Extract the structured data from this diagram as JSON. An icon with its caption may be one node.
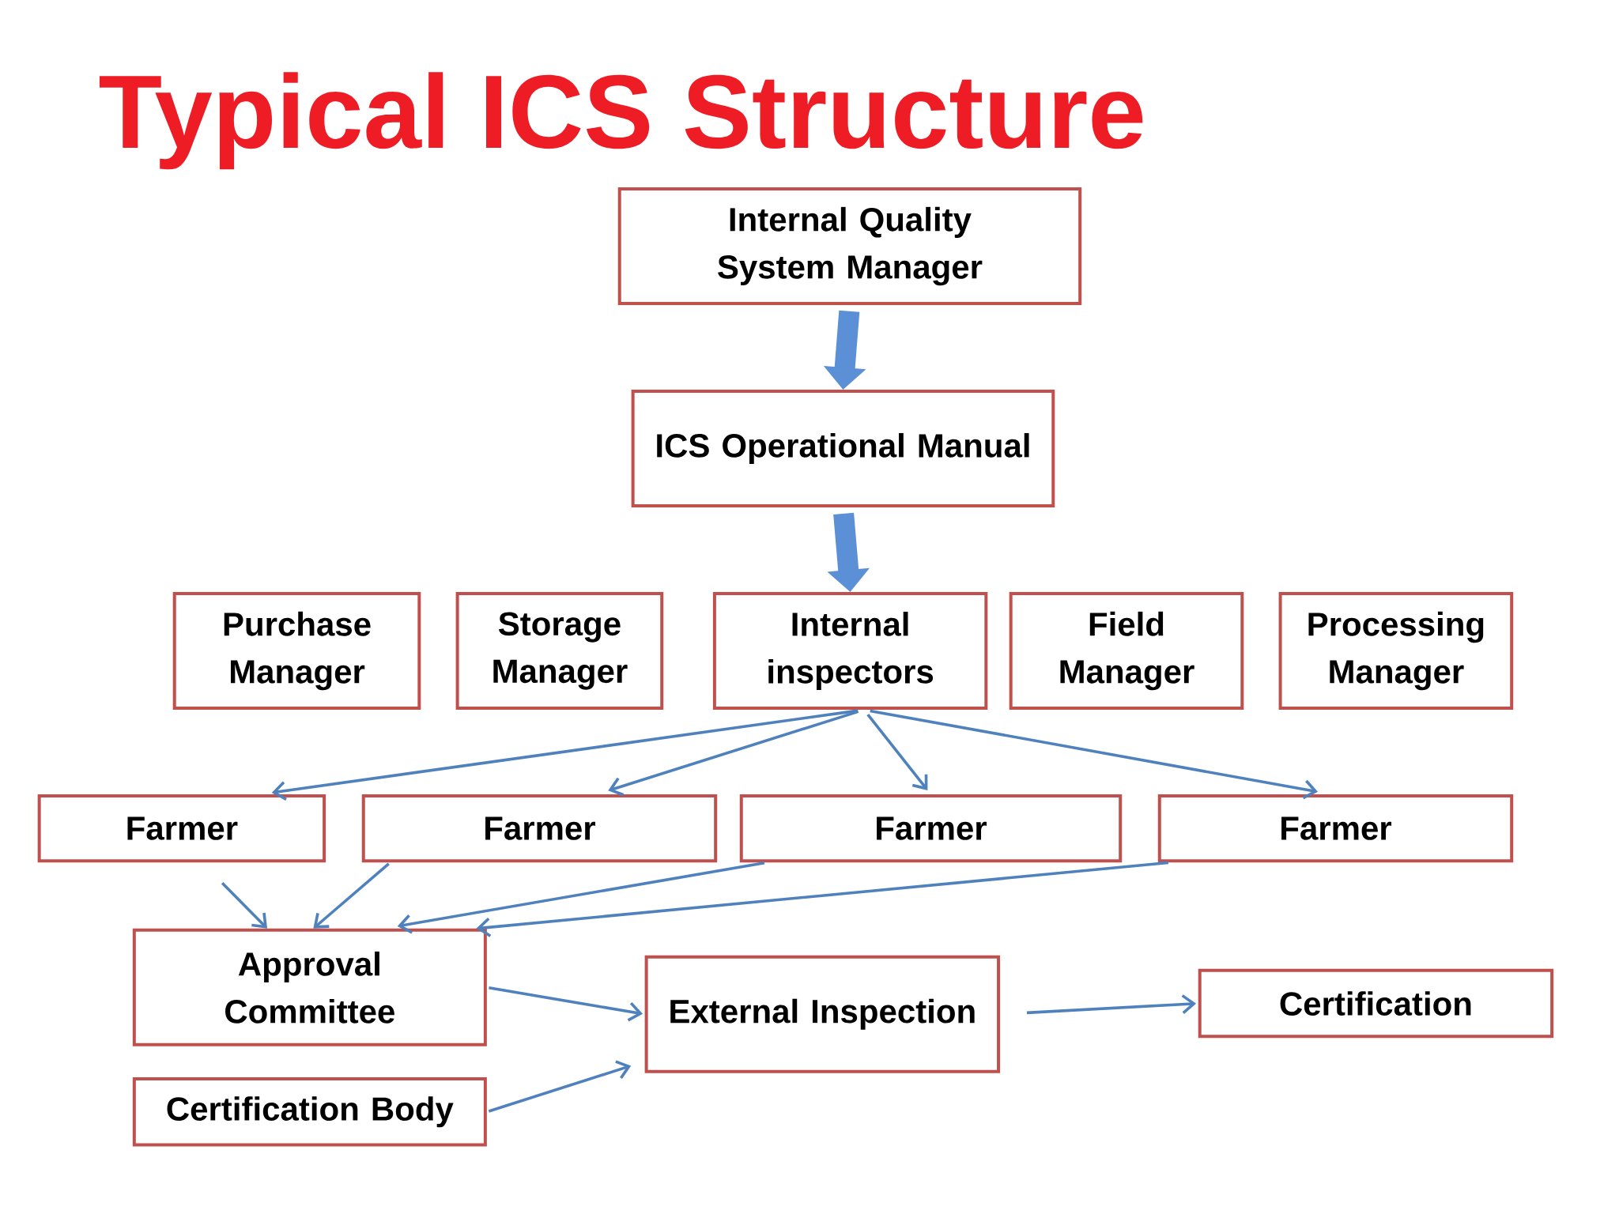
{
  "diagram": {
    "title": "Typical ICS Structure",
    "nodes": [
      {
        "text": [
          "Internal Quality System Manager"
        ]
      },
      {
        "text": [
          "ICS Operational Manual"
        ]
      },
      {
        "text": [
          "Purchase Manager"
        ]
      },
      {
        "text": [
          "Storage Manager"
        ]
      },
      {
        "text": [
          "Internal inspectors"
        ]
      },
      {
        "text": [
          "Field Manager"
        ]
      },
      {
        "text": [
          "Processing Manager"
        ]
      },
      {
        "text": [
          "Farmer"
        ]
      },
      {
        "text": [
          "Farmer"
        ]
      },
      {
        "text": [
          "Farmer"
        ]
      },
      {
        "text": [
          "Farmer"
        ]
      },
      {
        "text": [
          "Approval Committee"
        ]
      },
      {
        "text": [
          "External Inspection"
        ]
      },
      {
        "text": [
          "Certification"
        ]
      },
      {
        "text": [
          "Certification Body"
        ]
      }
    ],
    "edges": [
      {
        "from": 0,
        "to": 1,
        "arrow": "to",
        "style": "thick",
        "color": "#5b8fd6"
      },
      {
        "from": 1,
        "to": 4,
        "arrow": "to",
        "style": "thick",
        "color": "#5b8fd6"
      },
      {
        "from": 4,
        "to": 7,
        "arrow": "to"
      },
      {
        "from": 4,
        "to": 8,
        "arrow": "to"
      },
      {
        "from": 4,
        "to": 9,
        "arrow": "to"
      },
      {
        "from": 4,
        "to": 10,
        "arrow": "to"
      },
      {
        "from": 7,
        "to": 11,
        "arrow": "to"
      },
      {
        "from": 8,
        "to": 11,
        "arrow": "to"
      },
      {
        "from": 9,
        "to": 11,
        "arrow": "to"
      },
      {
        "from": 10,
        "to": 11,
        "arrow": "to"
      },
      {
        "from": 11,
        "to": 12,
        "arrow": "to"
      },
      {
        "from": 14,
        "to": 12,
        "arrow": "to"
      },
      {
        "from": 12,
        "to": 13,
        "arrow": "to"
      }
    ]
  }
}
